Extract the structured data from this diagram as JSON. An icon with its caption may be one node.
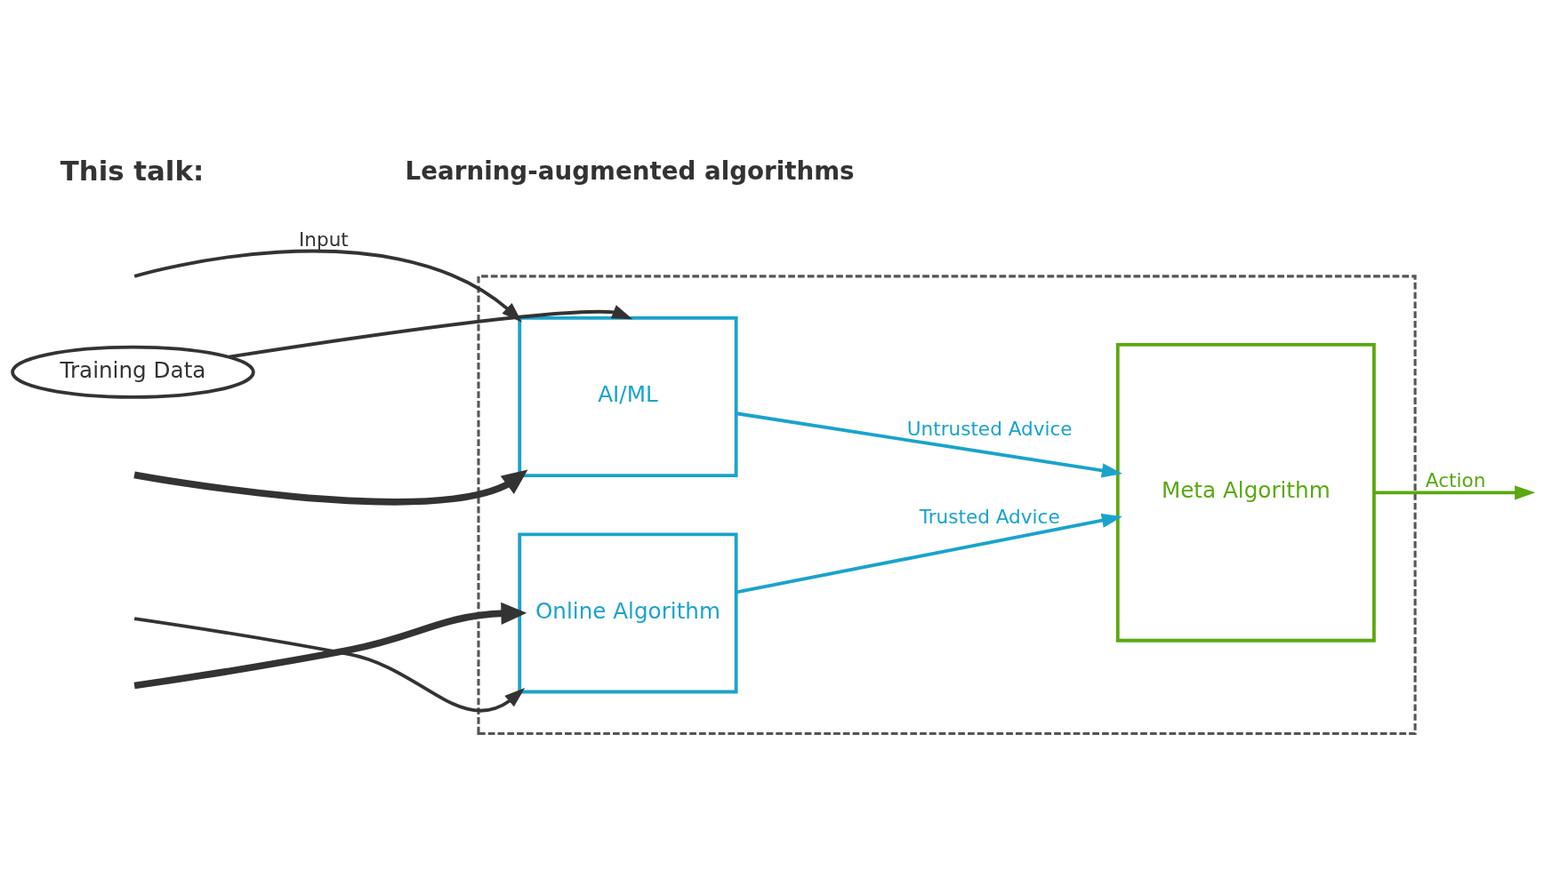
{
  "diagram": {
    "nodes": [
      {
        "text": [
          "Training Data"
        ]
      },
      {
        "text": [],
        "shape": "box"
      },
      {
        "text": [
          "AI/ML"
        ],
        "in": 1
      },
      {
        "text": [
          "Online Algorithm"
        ],
        "in": 1
      },
      {
        "text": [
          "Meta Algorithm"
        ],
        "in": 1
      }
    ],
    "edges": [
      {
        "from": 0,
        "to": 2,
        "arrow": "to"
      },
      {
        "from": null,
        "to": 2,
        "arrow": "to",
        "label": "Input"
      },
      {
        "from": null,
        "to": 3,
        "arrow": "to"
      },
      {
        "from": 2,
        "to": 4,
        "arrow": "to",
        "label": "Untrusted Advice",
        "color": "#1aa3cc"
      },
      {
        "from": 3,
        "to": 4,
        "arrow": "to",
        "label": "Trusted Advice",
        "color": "#1aa3cc"
      },
      {
        "from": 4,
        "to": null,
        "arrow": "to",
        "label": "Action",
        "color": "#5aa812"
      },
      {
        "from": null,
        "to": 2,
        "arrow": "to",
        "style": "thick"
      },
      {
        "from": null,
        "to": 3,
        "arrow": "to",
        "style": "thick"
      }
    ],
    "labels": [
      "This talk:",
      "Learning-augmented algorithms"
    ]
  }
}
